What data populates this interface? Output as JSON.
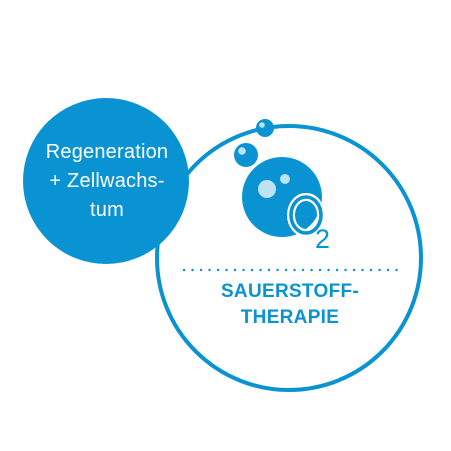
{
  "colors": {
    "brand_blue": "#0a93d2",
    "light_bubble": "#bfe3f4",
    "white": "#ffffff"
  },
  "left_circle": {
    "line1": "Regeneration",
    "line2": "+ Zellwachs-",
    "line3": "tum"
  },
  "main_circle": {
    "label_line1": "SAUERSTOFF-",
    "label_line2": "THERAPIE",
    "icon": "oxygen-bubbles-icon"
  },
  "o2_icon": {
    "subscript": "2"
  }
}
